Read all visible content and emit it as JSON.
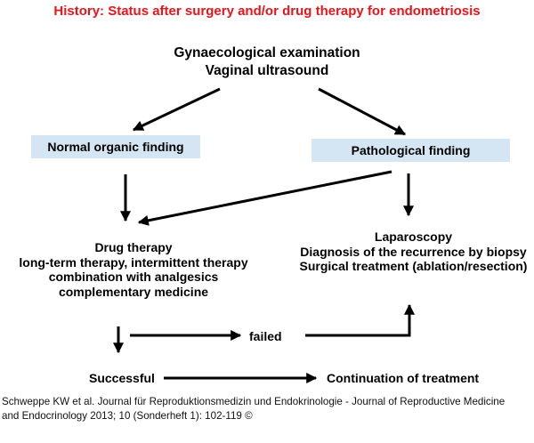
{
  "header": {
    "title": "History:  Status after surgery and/or drug therapy for endometriosis"
  },
  "exam": {
    "lines": [
      "Gynaecological examination",
      "Vaginal ultrasound"
    ]
  },
  "findings": {
    "normal": "Normal organic finding",
    "pathological": "Pathological finding"
  },
  "drug_therapy": {
    "lines": [
      "Drug therapy",
      "long-term therapy, intermittent therapy",
      "combination with analgesics",
      "complementary medicine"
    ]
  },
  "laparoscopy": {
    "lines": [
      "Laparoscopy",
      "Diagnosis of the recurrence by biopsy",
      "Surgical treatment (ablation/resection)"
    ]
  },
  "outcomes": {
    "failed": "failed",
    "successful": "Successful",
    "continuation": "Continuation of treatment"
  },
  "citation": {
    "line1": "Schweppe KW et al. Journal für Reproduktionsmedizin und Endokrinologie - Journal of Reproductive Medicine",
    "line2": "and Endocrinology 2013; 10 (Sonderheft 1): 102-119 ©"
  },
  "colors": {
    "title": "#e8141b",
    "box_fill": "#d4e5f3",
    "arrow": "#000000"
  }
}
